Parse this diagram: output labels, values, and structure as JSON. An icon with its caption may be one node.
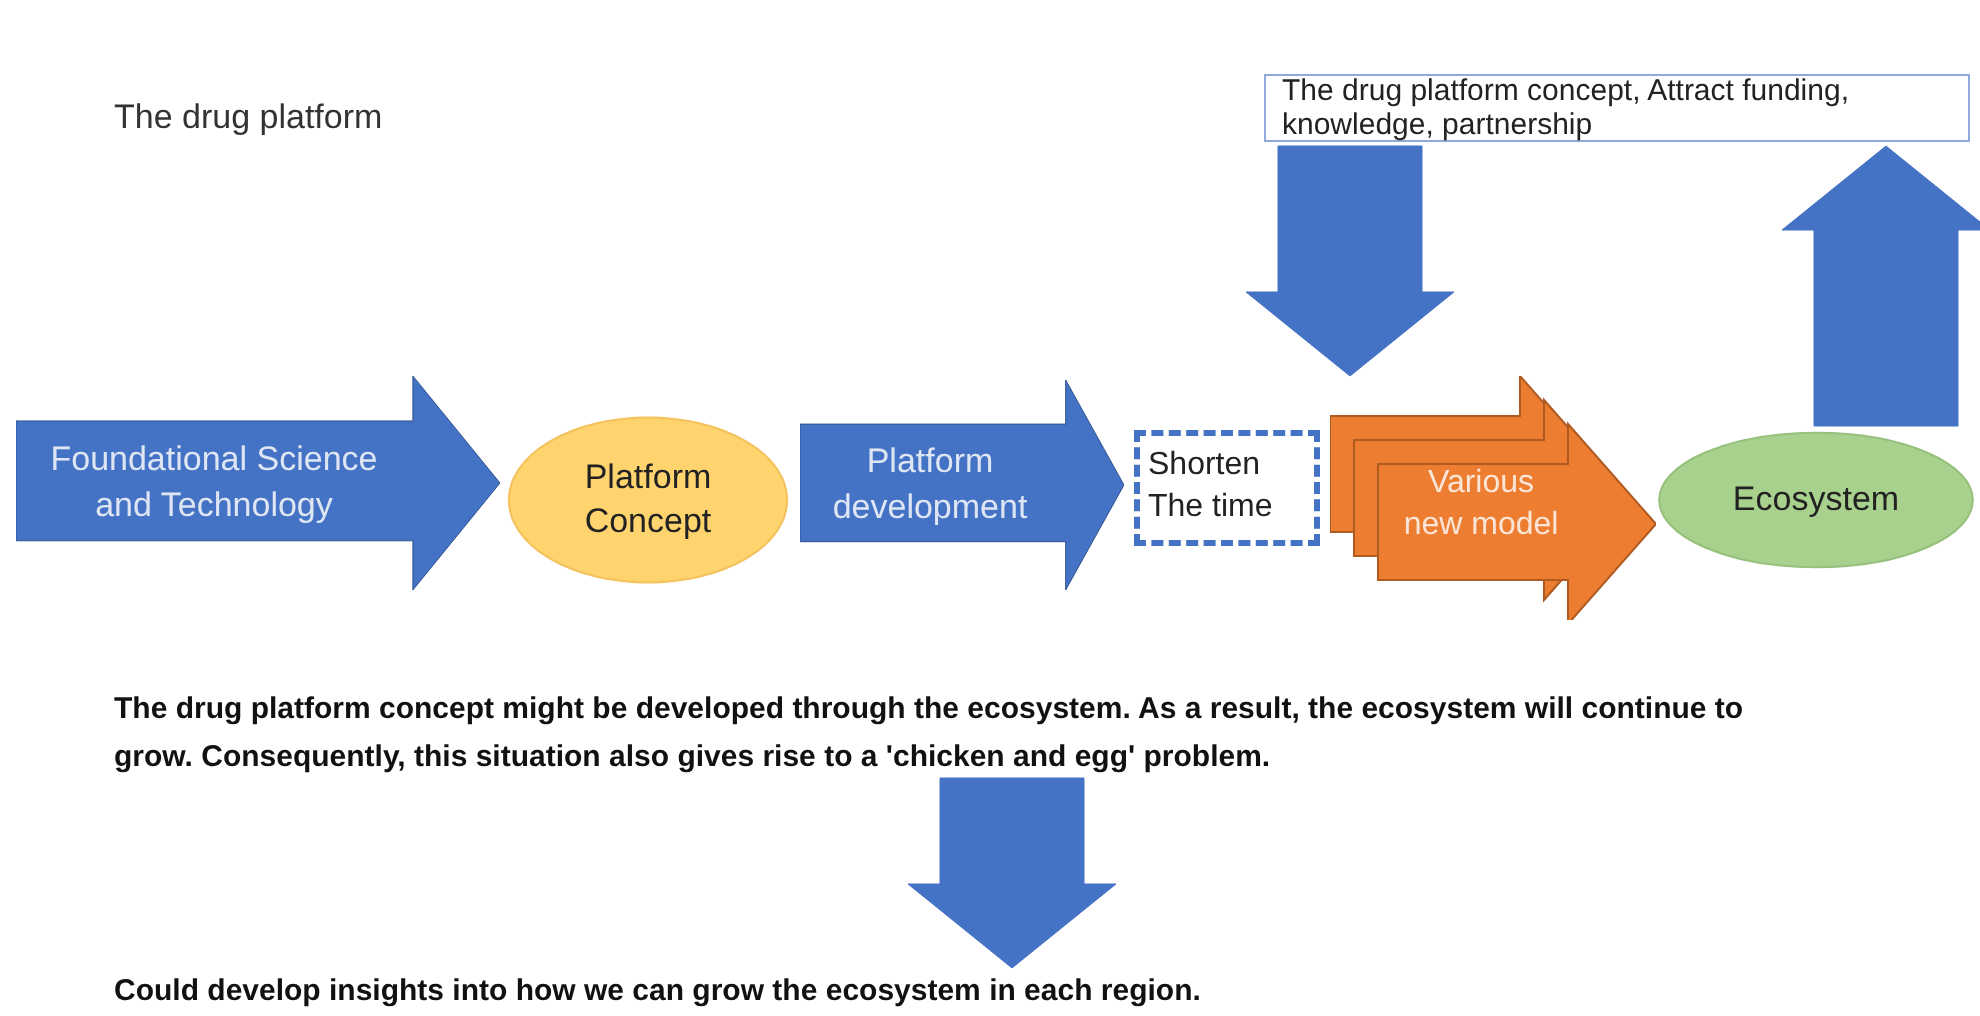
{
  "diagram": {
    "nodes": [
      {
        "text": [
          "The drug platform concept, Attract funding, knowledge, partnership"
        ]
      },
      {
        "text": [
          "Foundational Science and Technology"
        ]
      },
      {
        "text": [
          "Platform Concept"
        ]
      },
      {
        "text": [
          "Platform development"
        ]
      },
      {
        "text": [
          "Shorten The time"
        ]
      },
      {
        "text": [
          "Various new model"
        ]
      },
      {
        "text": [
          "Ecosystem"
        ]
      },
      {
        "text": [
          "The drug platform concept might be developed through the ecosystem. As a result, the ecosystem will continue to grow. Consequently, this situation also gives rise to a 'chicken and egg' problem."
        ]
      },
      {
        "text": [
          "Could develop insights into how we can grow the ecosystem in each region."
        ]
      }
    ],
    "edges": [
      {
        "from": 0,
        "to": 5,
        "arrow": "to",
        "style": "thick"
      },
      {
        "from": 6,
        "to": 0,
        "arrow": "to",
        "style": "thick"
      },
      {
        "from": 7,
        "to": 8,
        "arrow": "to",
        "style": "thick"
      }
    ],
    "labels": [
      "The drug platform"
    ]
  }
}
